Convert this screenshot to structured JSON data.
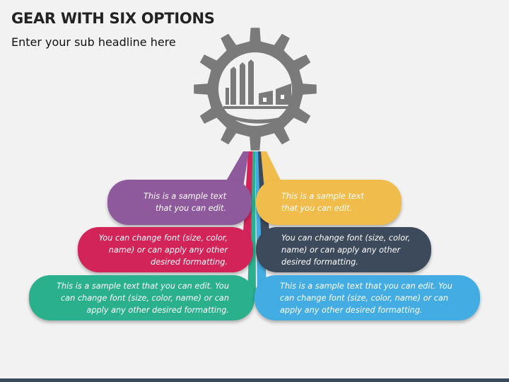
{
  "header": {
    "title": "GEAR WITH SIX OPTIONS",
    "subtitle": "Enter your sub headline here"
  },
  "gear": {
    "icon": "factory-icon",
    "color": "#7a7a7a"
  },
  "options": [
    {
      "side": "left",
      "color": "#8e5a9c",
      "lines": [
        "This is a sample text",
        "that you can edit."
      ]
    },
    {
      "side": "left",
      "color": "#d3245a",
      "lines": [
        "You can change font (size, color,",
        "name) or can apply any other",
        "desired formatting."
      ]
    },
    {
      "side": "left",
      "color": "#2bb08d",
      "lines": [
        "This is a sample text that you can edit. You",
        "can change font (size, color, name) or can",
        "apply any other desired formatting."
      ]
    },
    {
      "side": "right",
      "color": "#f0bc4b",
      "lines": [
        "This is a sample text",
        "that you can edit."
      ]
    },
    {
      "side": "right",
      "color": "#3d4a5c",
      "lines": [
        "You can change font (size, color,",
        "name) or can apply any other",
        "desired formatting."
      ]
    },
    {
      "side": "right",
      "color": "#43ade3",
      "lines": [
        "This is a sample text that you can edit. You",
        "can change font (size, color, name) or can",
        "apply any other desired formatting."
      ]
    }
  ]
}
